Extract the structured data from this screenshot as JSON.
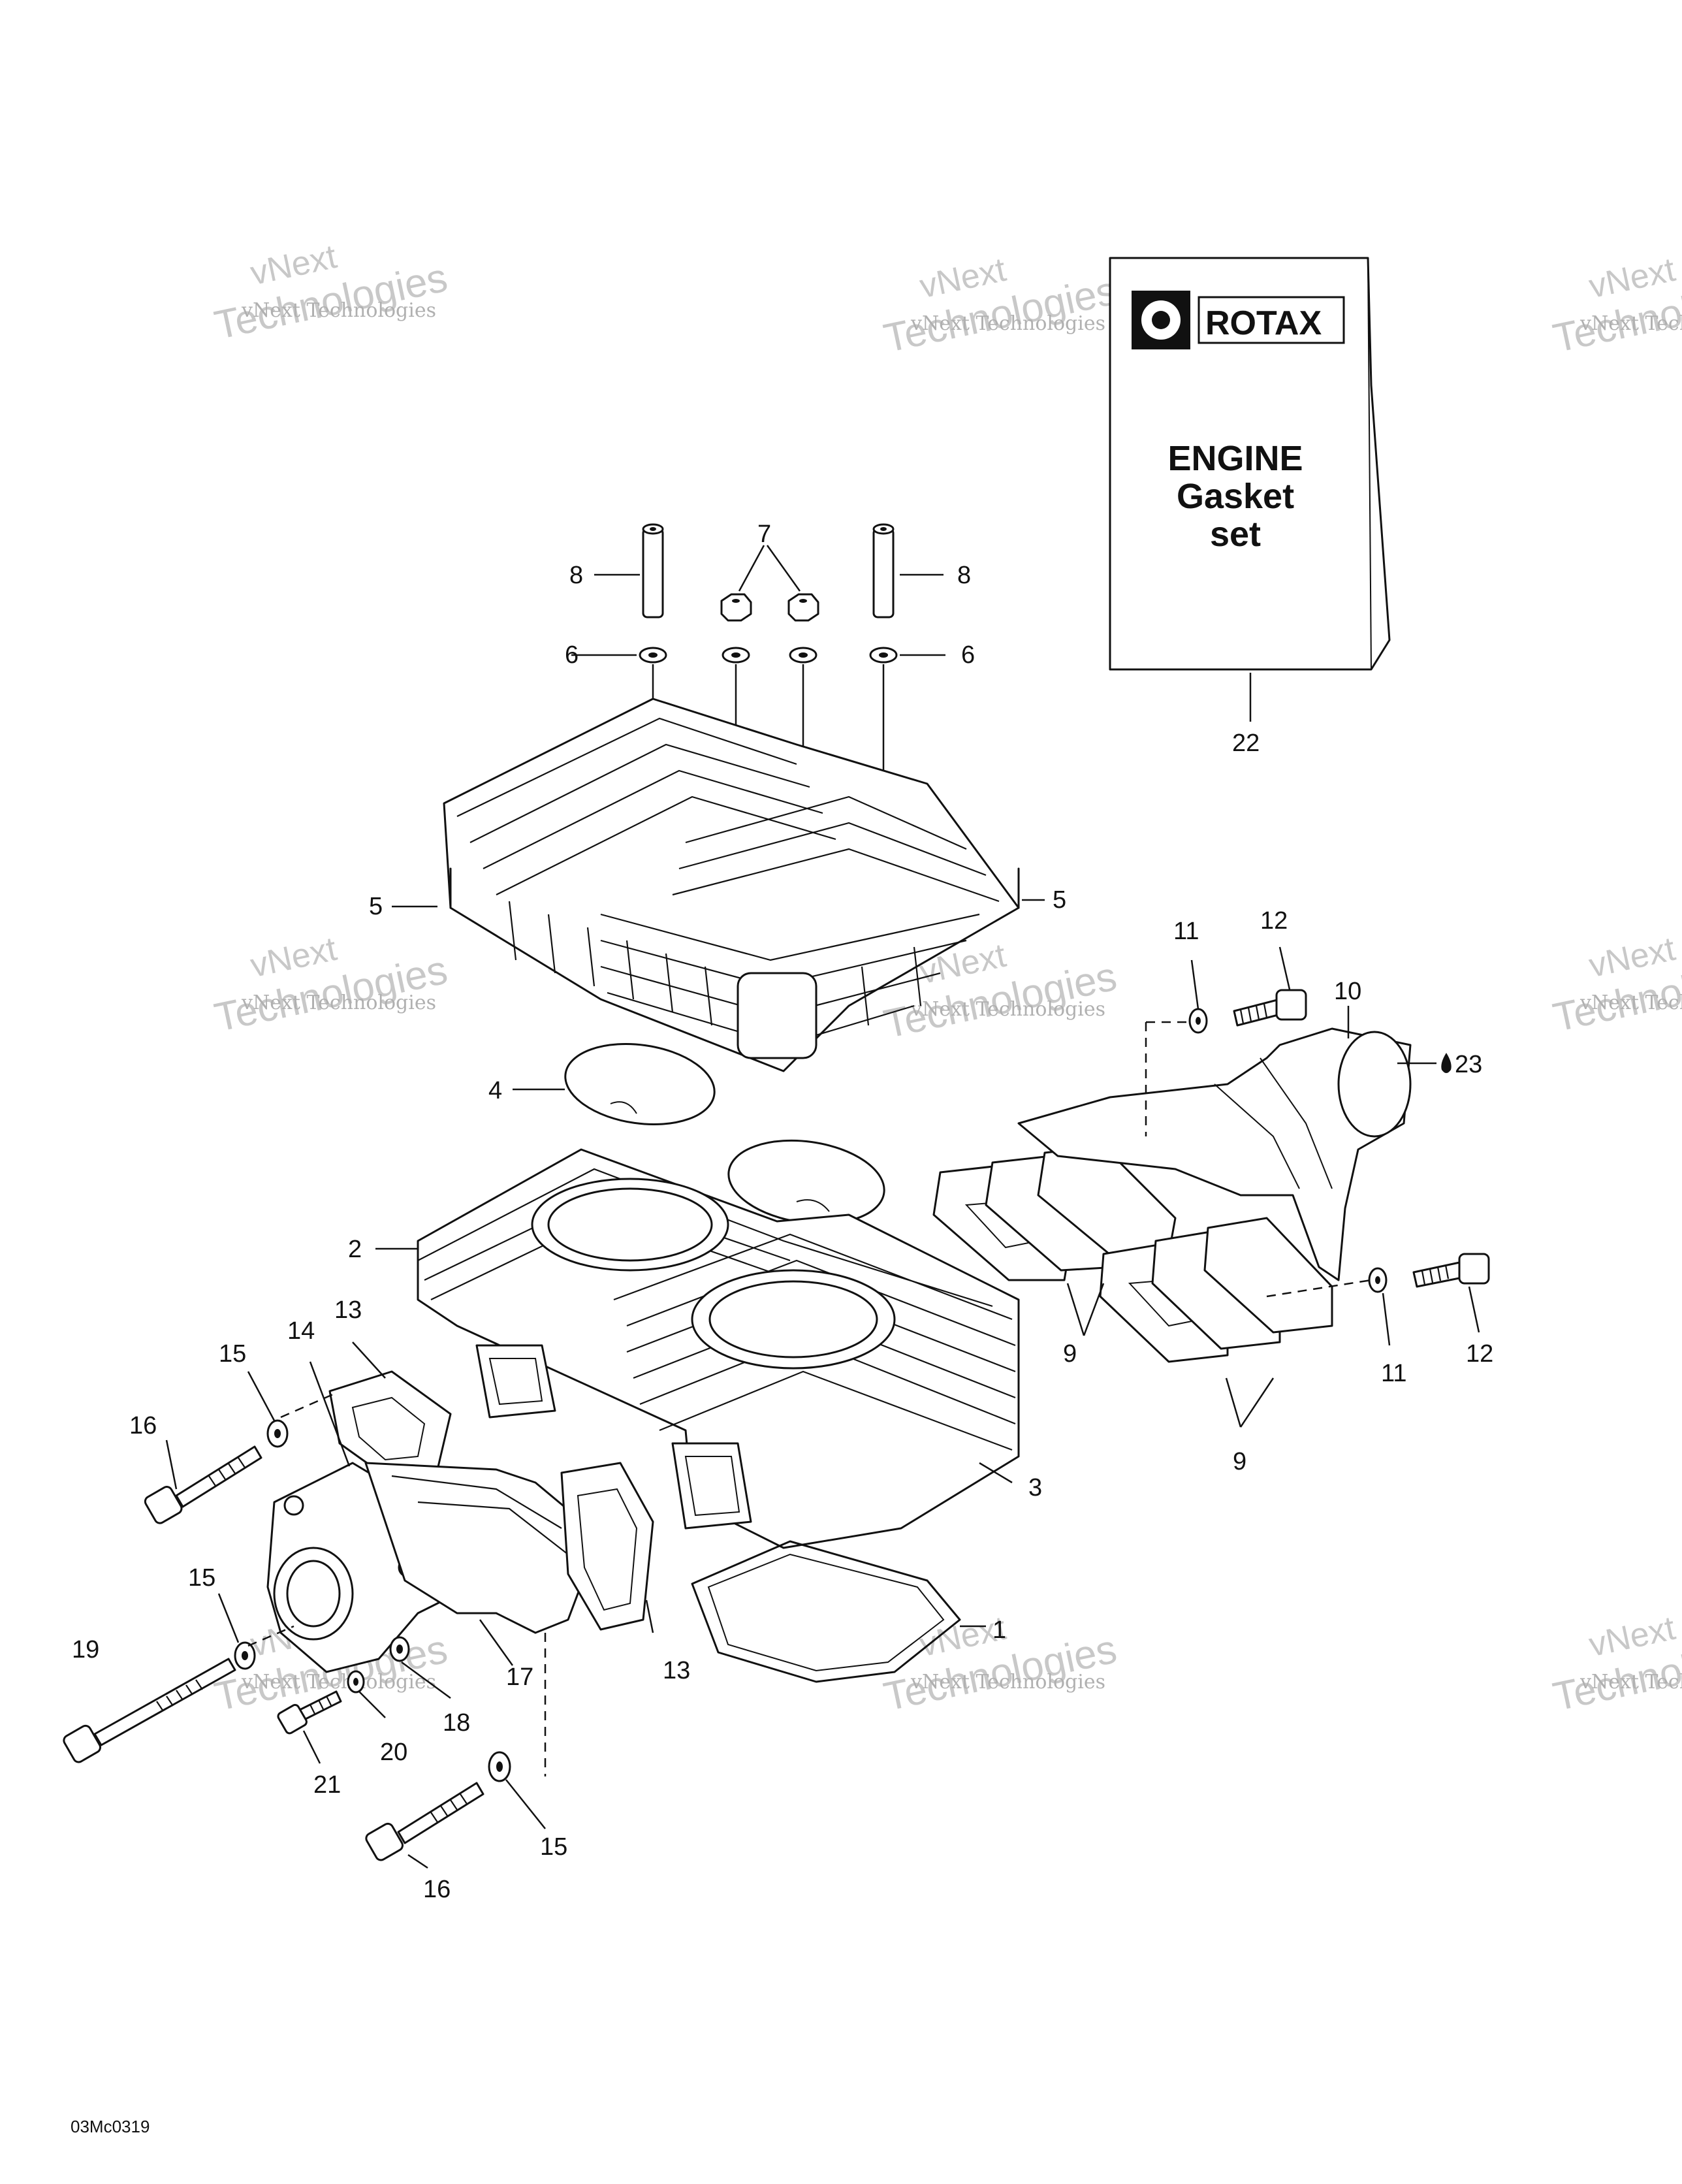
{
  "watermark": {
    "line1": "vNext",
    "line2": "Technologies",
    "small": "vNext Technologies"
  },
  "gasket_set": {
    "brand": "ROTAX",
    "title_line1": "ENGINE",
    "title_line2": "Gasket",
    "title_line3": "set"
  },
  "figure_code": "03Mc0319",
  "callouts": {
    "c1": "1",
    "c2": "2",
    "c3": "3",
    "c4": "4",
    "c5a": "5",
    "c5b": "5",
    "c6a": "6",
    "c6b": "6",
    "c7": "7",
    "c8a": "8",
    "c8b": "8",
    "c9a": "9",
    "c9b": "9",
    "c10": "10",
    "c11a": "11",
    "c11b": "11",
    "c12a": "12",
    "c12b": "12",
    "c13a": "13",
    "c13b": "13",
    "c14": "14",
    "c15a": "15",
    "c15b": "15",
    "c15c": "15",
    "c16a": "16",
    "c16b": "16",
    "c17": "17",
    "c18": "18",
    "c19": "19",
    "c20": "20",
    "c21": "21",
    "c22": "22",
    "c23": "23"
  }
}
